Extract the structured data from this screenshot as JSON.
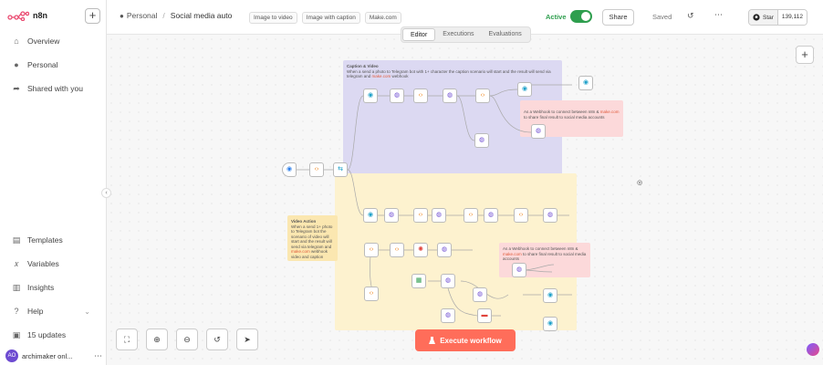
{
  "sidebar": {
    "brand": "n8n",
    "new_button": "+",
    "nav_top": [
      {
        "label": "Overview",
        "icon": "home-icon"
      },
      {
        "label": "Personal",
        "icon": "user-icon"
      },
      {
        "label": "Shared with you",
        "icon": "share-icon"
      }
    ],
    "nav_bottom": [
      {
        "label": "Templates",
        "icon": "templates-icon"
      },
      {
        "label": "Variables",
        "icon": "variables-icon"
      },
      {
        "label": "Insights",
        "icon": "insights-icon"
      },
      {
        "label": "Help",
        "icon": "help-icon"
      },
      {
        "label": "15 updates",
        "icon": "gift-icon"
      }
    ],
    "user": {
      "initials": "AO",
      "name": "archimaker onl..."
    }
  },
  "header": {
    "breadcrumb_project": "Personal",
    "breadcrumb_separator": "/",
    "workflow_name": "Social media auto",
    "tags": [
      "Image to video",
      "Image with caption",
      "Make.com"
    ],
    "active_label": "Active",
    "active": true,
    "share_label": "Share",
    "saved_label": "Saved",
    "star_label": "Star",
    "star_count": "139,112"
  },
  "view_tabs": [
    {
      "label": "Editor",
      "active": true
    },
    {
      "label": "Executions",
      "active": false
    },
    {
      "label": "Evaluations",
      "active": false
    }
  ],
  "canvas": {
    "sticky_notes": {
      "purple_title": "Caption & Video",
      "purple_text": "When a send a photo to Telegram bot with 1+ character the caption scenario will start and the result will send via telegram and make.com webhook",
      "yellow_title": "Video Action",
      "yellow_text": "When a send 1+ photo to Telegram bot the scenario of video will start and the result will send via telegram and make.com webhook video and caption",
      "pink1_text": "As a Webhook to connect between n8n & make.com to share final result to social media accounts",
      "pink2_text": "As a Webhook to connect between n8n & make.com to share final result to social media accounts",
      "highlight": "make.com"
    },
    "execute_label": "Execute workflow"
  },
  "colors": {
    "accent": "#ff6d5a",
    "active_green": "#2e9e4e",
    "sticky_purple": "#dcd9f2",
    "sticky_yellow": "#fdf2cf",
    "sticky_pink": "#fcd9da"
  }
}
